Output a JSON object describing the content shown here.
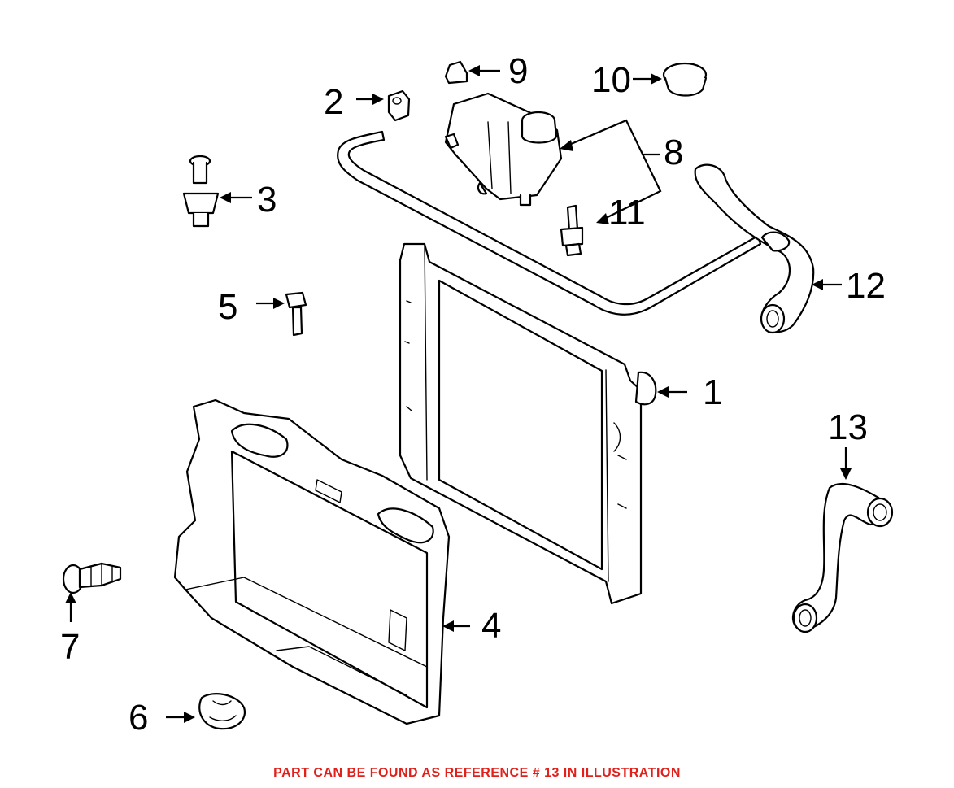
{
  "diagram": {
    "callouts": [
      "1",
      "2",
      "3",
      "4",
      "5",
      "6",
      "7",
      "8",
      "9",
      "10",
      "11",
      "12",
      "13"
    ]
  },
  "footer": {
    "note": "PART CAN BE FOUND AS REFERENCE # 13 IN ILLUSTRATION",
    "color": "#e0201b"
  }
}
